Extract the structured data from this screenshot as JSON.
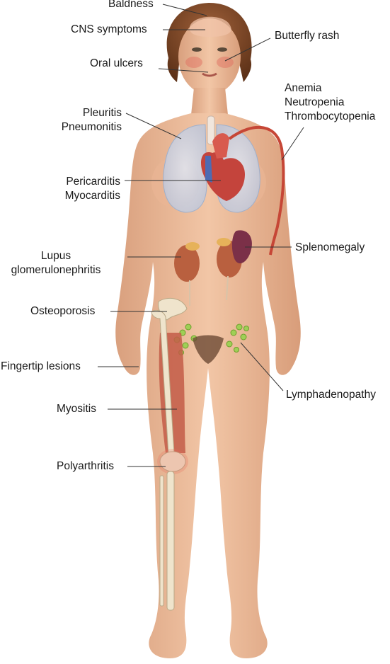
{
  "labels": {
    "baldness": "Baldness",
    "cns": "CNS symptoms",
    "butterfly": "Butterfly rash",
    "oral": "Oral ulcers",
    "blood": [
      "Anemia",
      "Neutropenia",
      "Thrombocytopenia"
    ],
    "lung": [
      "Pleuritis",
      "Pneumonitis"
    ],
    "heart": [
      "Pericarditis",
      "Myocarditis"
    ],
    "spleen": "Splenomegaly",
    "kidney": [
      "Lupus",
      "glomerulonephritis"
    ],
    "osteo": "Osteoporosis",
    "finger": "Fingertip lesions",
    "lymph": "Lymphadenopathy",
    "myositis": "Myositis",
    "polyarthritis": "Polyarthritis"
  }
}
